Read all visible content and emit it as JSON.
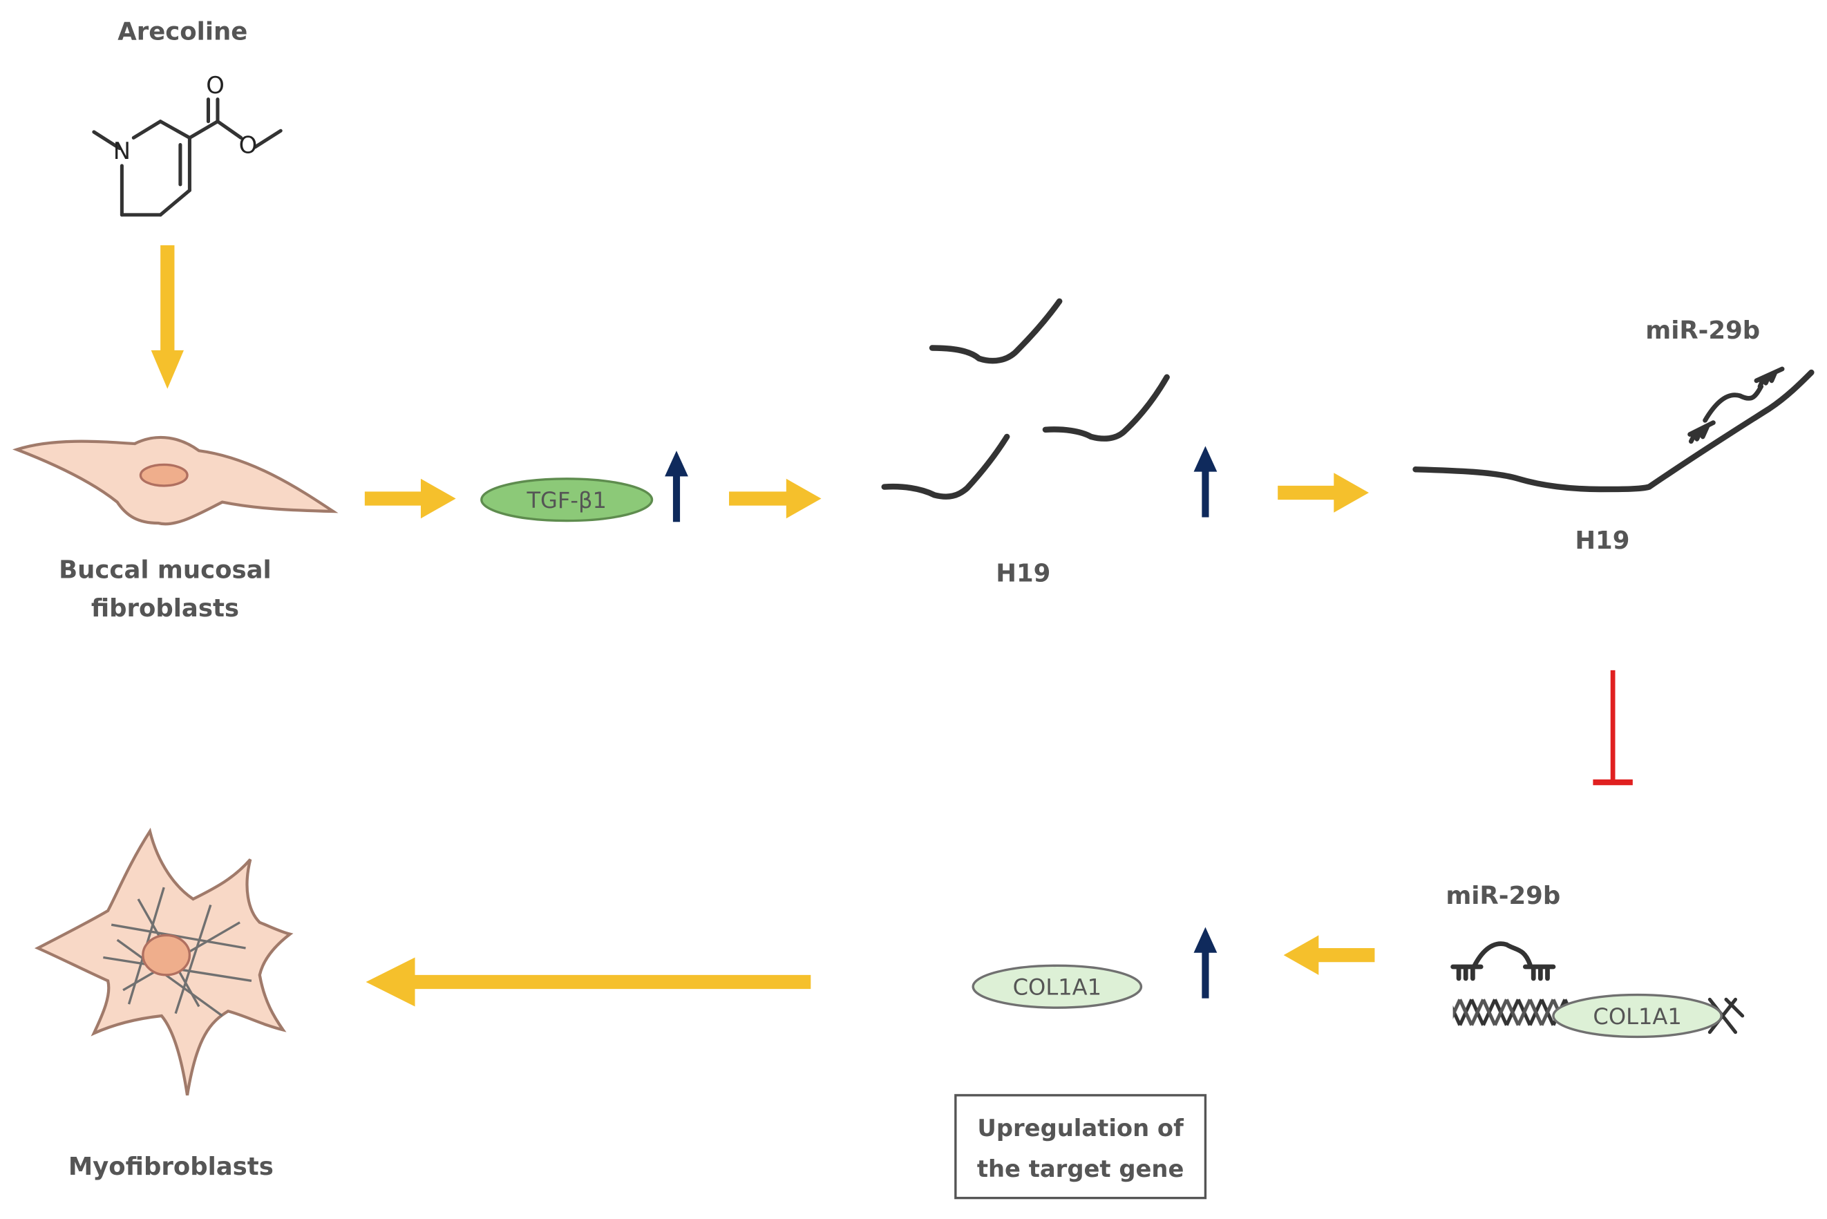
{
  "colors": {
    "flow_arrow": "#F5C02C",
    "up_arrow": "#0F2A5C",
    "inhibit": "#E02020",
    "cell_fill": "#F8D8C6",
    "cell_stroke": "#A07A6A",
    "nucleus_fill": "#EFAE8C",
    "tgf_fill": "#8CC978",
    "col_fill": "#DDF0D6",
    "label_text": "#555555"
  },
  "labels": {
    "arecoline": "Arecoline",
    "buccal_line1": "Buccal mucosal",
    "buccal_line2": "fibroblasts",
    "tgf": "TGF-β1",
    "h19_fragments": "H19",
    "h19_bound": "H19",
    "mir_top": "miR-29b",
    "mir_bottom": "miR-29b",
    "col1a1_dna": "COL1A1",
    "col1a1": "COL1A1",
    "upreg_line1": "Upregulation of",
    "upreg_line2": "the target gene",
    "myofibroblasts": "Myofibroblasts"
  },
  "molecule": {
    "atom_n": "N",
    "atom_o_carbonyl": "O",
    "atom_o_ester": "O"
  },
  "icons": {
    "flow": "yellow-arrow-icon",
    "upregulation": "up-arrow-icon",
    "inhibition": "inhibition-bar-icon"
  }
}
